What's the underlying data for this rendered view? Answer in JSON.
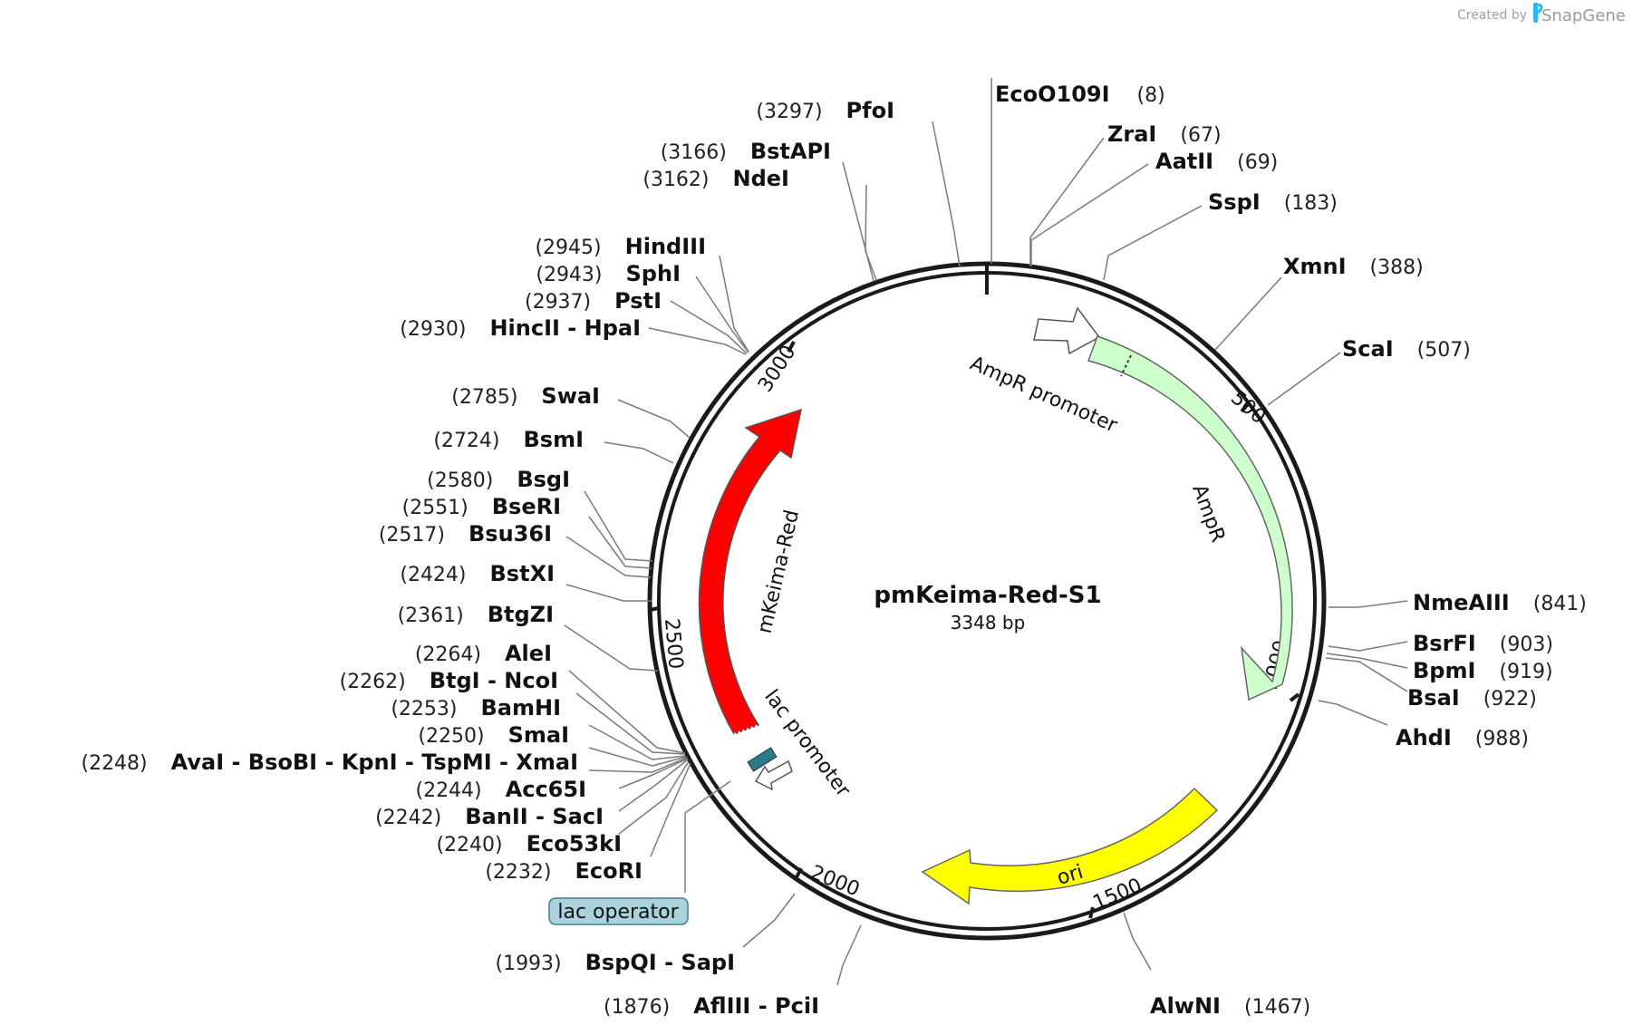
{
  "credit": {
    "prefix": "Created by",
    "brand": "SnapGene"
  },
  "plasmid": {
    "name": "pmKeima-Red-S1",
    "length_label": "3348 bp"
  },
  "ticks": [
    {
      "label": "500"
    },
    {
      "label": "1000"
    },
    {
      "label": "1500"
    },
    {
      "label": "2000"
    },
    {
      "label": "2500"
    },
    {
      "label": "3000"
    }
  ],
  "features": [
    {
      "label": "AmpR promoter",
      "color": "#ffffff"
    },
    {
      "label": "AmpR",
      "color": "#ccffcc"
    },
    {
      "label": "ori",
      "color": "#ffff00"
    },
    {
      "label": "mKeima-Red",
      "color": "#ff0000"
    },
    {
      "label": "lac promoter",
      "color": "#ffffff"
    },
    {
      "label": "lac operator",
      "color": "#2a7a8c"
    }
  ],
  "sites": [
    {
      "name": "EcoO109I",
      "pos": "(8)"
    },
    {
      "name": "ZraI",
      "pos": "(67)"
    },
    {
      "name": "AatII",
      "pos": "(69)"
    },
    {
      "name": "SspI",
      "pos": "(183)"
    },
    {
      "name": "XmnI",
      "pos": "(388)"
    },
    {
      "name": "ScaI",
      "pos": "(507)"
    },
    {
      "name": "NmeAIII",
      "pos": "(841)"
    },
    {
      "name": "BsrFI",
      "pos": "(903)"
    },
    {
      "name": "BpmI",
      "pos": "(919)"
    },
    {
      "name": "BsaI",
      "pos": "(922)"
    },
    {
      "name": "AhdI",
      "pos": "(988)"
    },
    {
      "name": "AlwNI",
      "pos": "(1467)"
    },
    {
      "name": "AflIII  -  PciI",
      "pos": "(1876)"
    },
    {
      "name": "BspQI  -  SapI",
      "pos": "(1993)"
    },
    {
      "name": "EcoRI",
      "pos": "(2232)"
    },
    {
      "name": "Eco53kI",
      "pos": "(2240)"
    },
    {
      "name": "BanII  -  SacI",
      "pos": "(2242)"
    },
    {
      "name": "Acc65I",
      "pos": "(2244)"
    },
    {
      "name": "AvaI  -  BsoBI  -  KpnI  -  TspMI  -  XmaI",
      "pos": "(2248)"
    },
    {
      "name": "SmaI",
      "pos": "(2250)"
    },
    {
      "name": "BamHI",
      "pos": "(2253)"
    },
    {
      "name": "BtgI  -  NcoI",
      "pos": "(2262)"
    },
    {
      "name": "AleI",
      "pos": "(2264)"
    },
    {
      "name": "BtgZI",
      "pos": "(2361)"
    },
    {
      "name": "BstXI",
      "pos": "(2424)"
    },
    {
      "name": "Bsu36I",
      "pos": "(2517)"
    },
    {
      "name": "BseRI",
      "pos": "(2551)"
    },
    {
      "name": "BsgI",
      "pos": "(2580)"
    },
    {
      "name": "BsmI",
      "pos": "(2724)"
    },
    {
      "name": "SwaI",
      "pos": "(2785)"
    },
    {
      "name": "HincII  -  HpaI",
      "pos": "(2930)"
    },
    {
      "name": "PstI",
      "pos": "(2937)"
    },
    {
      "name": "SphI",
      "pos": "(2943)"
    },
    {
      "name": "HindIII",
      "pos": "(2945)"
    },
    {
      "name": "NdeI",
      "pos": "(3162)"
    },
    {
      "name": "BstAPI",
      "pos": "(3166)"
    },
    {
      "name": "PfoI",
      "pos": "(3297)"
    }
  ]
}
